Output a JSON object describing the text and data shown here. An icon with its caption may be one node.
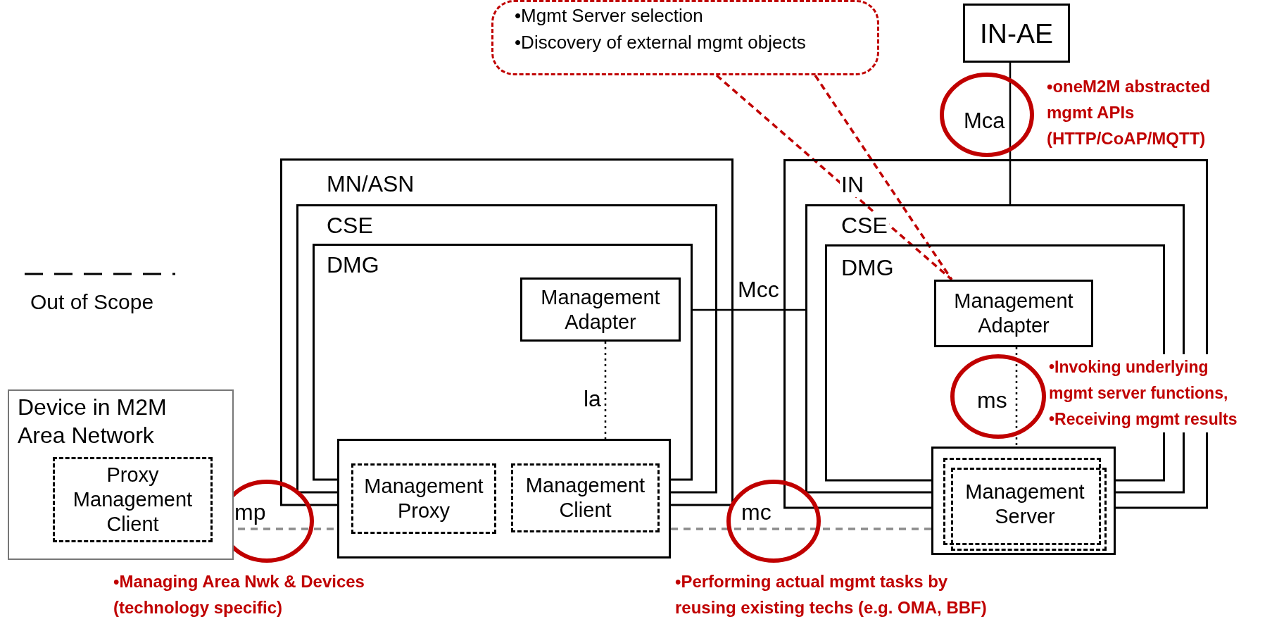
{
  "diagram": {
    "nodes": [
      {
        "text": [
          "•Mgmt Server selection",
          "•Discovery of external mgmt objects"
        ]
      },
      {
        "text": [
          "IN-AE"
        ]
      },
      {
        "text": [
          "MN/ASN"
        ]
      },
      {
        "text": [
          "CSE"
        ],
        "in": 2
      },
      {
        "text": [
          "DMG"
        ],
        "in": 3
      },
      {
        "text": [
          "Management Adapter"
        ],
        "in": 4
      },
      {
        "text": [
          "IN"
        ]
      },
      {
        "text": [
          "CSE"
        ],
        "in": 6
      },
      {
        "text": [
          "DMG"
        ],
        "in": 7
      },
      {
        "text": [
          "Management Adapter"
        ],
        "in": 8
      },
      {
        "text": [
          "Device in M2M Area Network"
        ]
      },
      {
        "text": [
          "Proxy Management Client"
        ],
        "in": 10
      },
      {
        "text": [],
        "shape": "box"
      },
      {
        "text": [
          "Management Proxy"
        ],
        "in": 12
      },
      {
        "text": [
          "Management Client"
        ],
        "in": 12
      },
      {
        "text": [],
        "shape": "box"
      },
      {
        "text": [
          "Management Server"
        ],
        "in": 15
      }
    ],
    "edges": [
      {
        "from": 0,
        "to": 9,
        "arrow": "none",
        "style": "dashed",
        "color": "#c00000"
      },
      {
        "from": 1,
        "to": 7,
        "arrow": "none",
        "label": "Mca"
      },
      {
        "from": 4,
        "to": 7,
        "arrow": "none",
        "label": "Mcc"
      },
      {
        "from": 5,
        "to": 12,
        "arrow": "none",
        "style": "dashed",
        "label": "la"
      },
      {
        "from": 9,
        "to": 15,
        "arrow": "none",
        "style": "dashed",
        "label": "ms"
      },
      {
        "from": 11,
        "to": 12,
        "arrow": "none",
        "style": "dashed",
        "color": "#8c8c8c",
        "label": "mp"
      },
      {
        "from": 12,
        "to": 15,
        "arrow": "none",
        "style": "dashed",
        "color": "#8c8c8c",
        "label": "mc"
      }
    ],
    "labels": [
      "•oneM2M abstracted mgmt APIs (HTTP/CoAP/MQTT)",
      "•Invoking underlying mgmt server functions,",
      "•Receiving mgmt results",
      "•Managing Area Nwk & Devices (technology specific)",
      "•Performing actual mgmt tasks by reusing existing techs (e.g. OMA, BBF)"
    ],
    "legend": [
      {
        "text": "Out of Scope"
      }
    ]
  }
}
